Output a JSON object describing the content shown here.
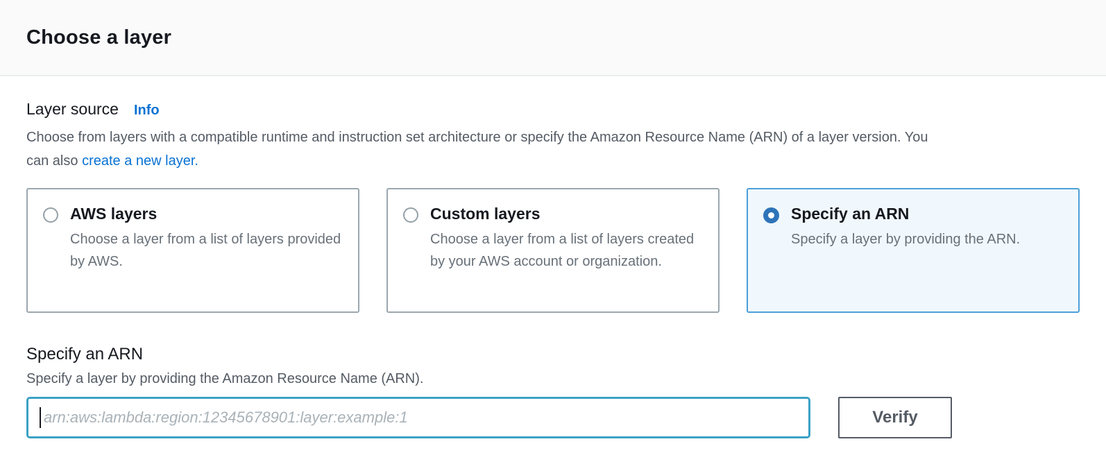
{
  "header": {
    "title": "Choose a layer"
  },
  "layer_source": {
    "label": "Layer source",
    "info_label": "Info",
    "description_before_link": "Choose from layers with a compatible runtime and instruction set architecture or specify the Amazon Resource Name (ARN) of a layer version. You can also ",
    "link_text": "create a new layer."
  },
  "cards": [
    {
      "title": "AWS layers",
      "description": "Choose a layer from a list of layers provided by AWS.",
      "selected": false
    },
    {
      "title": "Custom layers",
      "description": "Choose a layer from a list of layers created by your AWS account or organization.",
      "selected": false
    },
    {
      "title": "Specify an ARN",
      "description": "Specify a layer by providing the ARN.",
      "selected": true
    }
  ],
  "arn_section": {
    "title": "Specify an ARN",
    "description": "Specify a layer by providing the Amazon Resource Name (ARN).",
    "input_value": "",
    "input_placeholder": "arn:aws:lambda:region:12345678901:layer:example:1",
    "verify_label": "Verify"
  },
  "colors": {
    "link_blue": "#0972d3",
    "radio_selected_blue": "#2e74b9",
    "selected_card_border": "#4c9fd9",
    "selected_card_bg": "#f1f8fd",
    "input_focus_border": "#3ba1c5",
    "header_bg": "#fafafa",
    "text_dark": "#16191f",
    "text_gray": "#545b64"
  }
}
